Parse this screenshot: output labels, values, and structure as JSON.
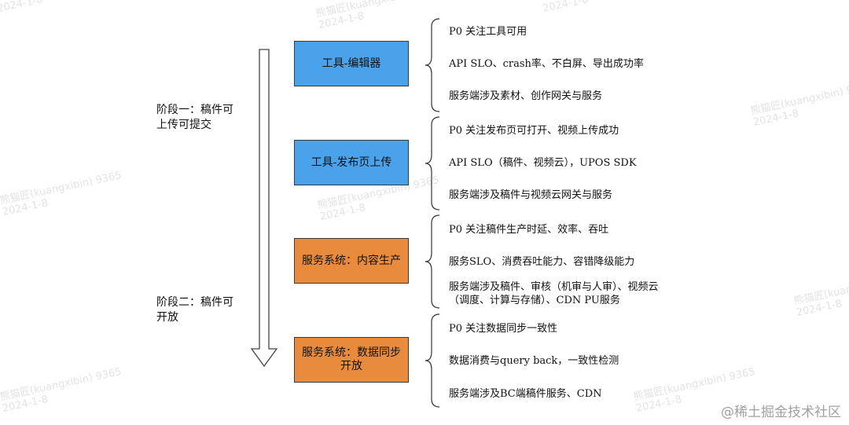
{
  "stages": [
    {
      "label_line1": "阶段一：稿件可",
      "label_line2": "上传可提交"
    },
    {
      "label_line1": "阶段二：稿件可",
      "label_line2": "开放"
    }
  ],
  "boxes": [
    {
      "label": "工具-编辑器",
      "color": "#4aa3ea",
      "items": [
        "P0 关注工具可用",
        "API SLO、crash率、不白屏、导出成功率",
        "服务端涉及素材、创作网关与服务"
      ]
    },
    {
      "label": "工具-发布页上传",
      "color": "#4aa3ea",
      "items": [
        "P0 关注发布页可打开、视频上传成功",
        "API SLO（稿件、视频云），UPOS SDK",
        "服务端涉及稿件与视频云网关与服务"
      ]
    },
    {
      "label": "服务系统：内容生产",
      "color": "#e98b3c",
      "items": [
        "P0 关注稿件生产时延、效率、吞吐",
        "服务SLO、消费吞吐能力、容错降级能力"
      ],
      "item_multiline_1": "服务端涉及稿件、审核（机审与人审）、视频云",
      "item_multiline_2": "（调度、计算与存储）、CDN PU服务"
    },
    {
      "label": "服务系统：数据同步开放",
      "color": "#e98b3c",
      "items": [
        "P0 关注数据同步一致性",
        "数据消费与query back，一致性检测",
        "服务端涉及BC端稿件服务、CDN"
      ]
    }
  ],
  "watermark": {
    "name": "熊猫匠(kuangxibin) 9365",
    "date": "2024-1-8"
  },
  "footer": "@稀土掘金技术社区",
  "colors": {
    "blue": "#4aa3ea",
    "orange": "#e98b3c"
  }
}
